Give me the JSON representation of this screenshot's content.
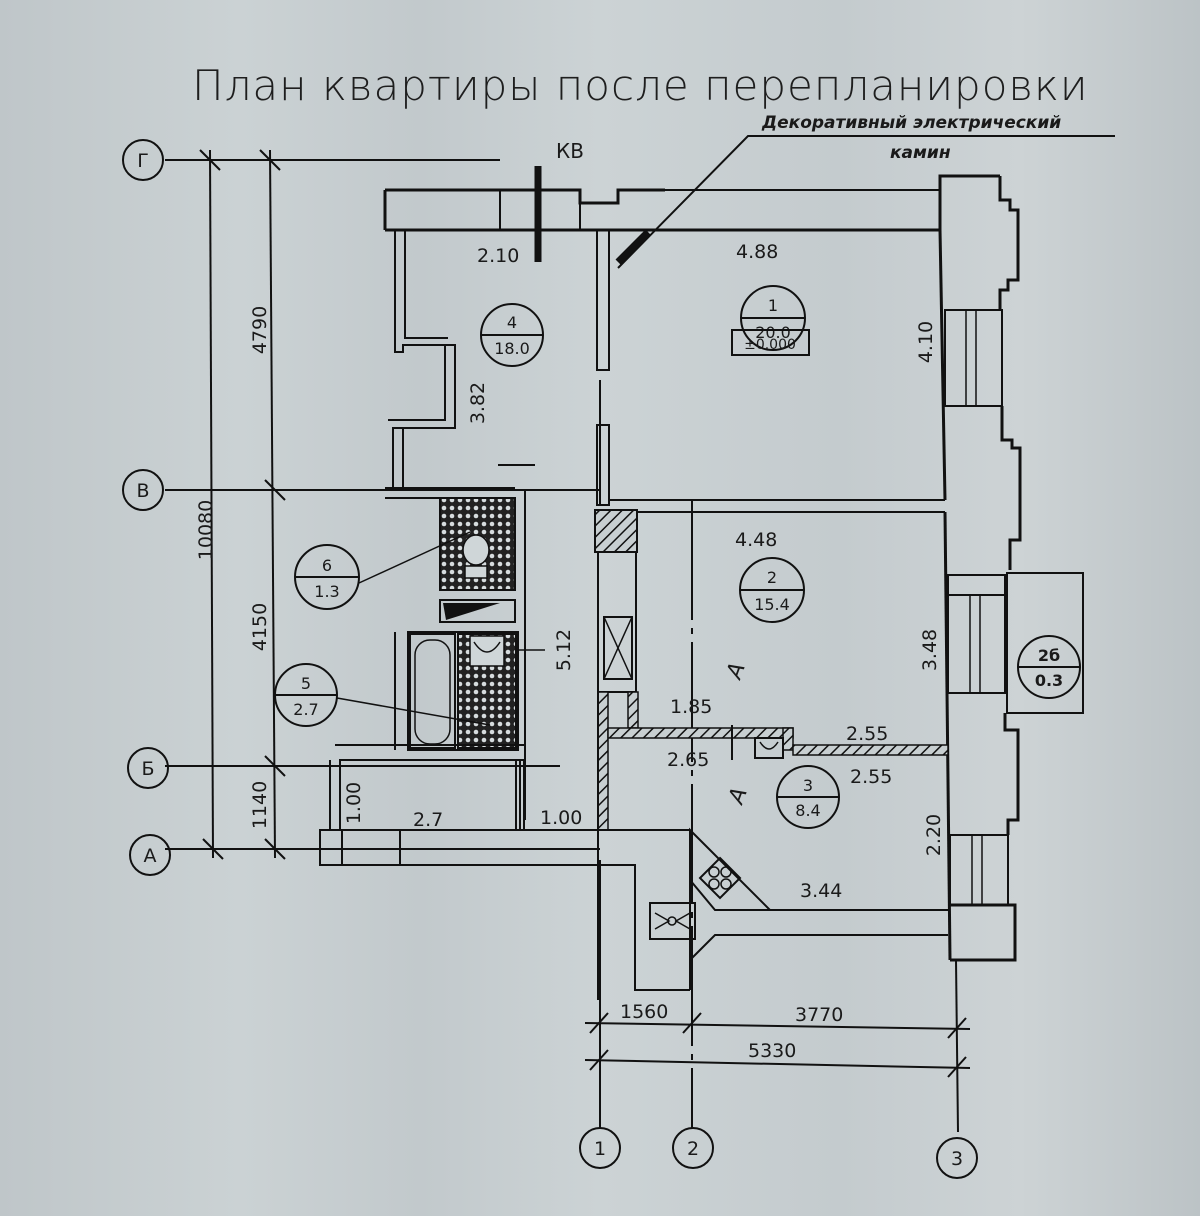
{
  "title": "План квартиры после перепланировки",
  "stamp": "КВ",
  "annotation": {
    "line1": "Декоративный электрический",
    "line2": "камин"
  },
  "level_mark": "±0.000",
  "rooms": [
    {
      "number": "1",
      "area": "20.0"
    },
    {
      "number": "2",
      "area": "15.4"
    },
    {
      "number": "3",
      "area": "8.4"
    },
    {
      "number": "4",
      "area": "18.0"
    },
    {
      "number": "5",
      "area": "2.7"
    },
    {
      "number": "6",
      "area": "1.3"
    },
    {
      "number": "2б",
      "area": "0.3"
    }
  ],
  "room_dims": {
    "d210": "2.10",
    "d488": "4.88",
    "d410": "4.10",
    "d382": "3.82",
    "d448": "4.48",
    "d348": "3.48",
    "d512": "5.12",
    "d185": "1.85",
    "d265": "2.65",
    "d255a": "2.55",
    "d255b": "2.55",
    "d220": "2.20",
    "d344": "3.44",
    "d27": "2.7",
    "d100a": "1.00",
    "d100b": "1.00"
  },
  "grid_axes": {
    "rows": [
      "Г",
      "В",
      "Б",
      "А"
    ],
    "cols": [
      "1",
      "2",
      "3"
    ]
  },
  "grid_dims": {
    "total_vertical": "10080",
    "gv": "4790",
    "vb": "4150",
    "ba": "1140",
    "c12": "1560",
    "c23": "3770",
    "c13": "5330"
  },
  "section_mark": "А",
  "colors": {
    "line": "#111111",
    "paper": "#c4cbcd"
  }
}
